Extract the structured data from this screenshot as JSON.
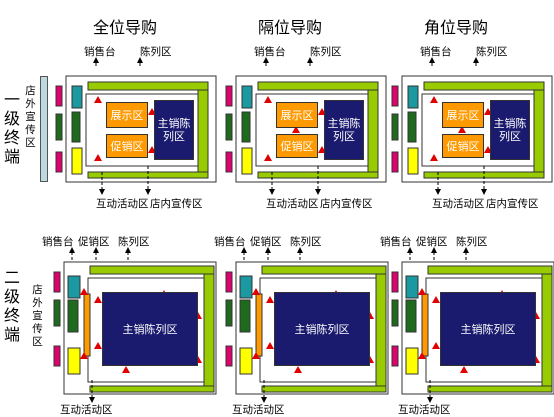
{
  "titles": [
    "全位导购",
    "隔位导购",
    "角位导购"
  ],
  "row_labels": {
    "row1": "一级终端",
    "row2": "二级终端"
  },
  "shopfront_label": "店外宣传区",
  "labels": {
    "sales_counter": "销售台",
    "display_area": "陈列区",
    "promo_area": "促销区",
    "showcase_area": "展示区",
    "main_display": "主销陈列区",
    "interactive_area": "互动活动区",
    "instore_promo": "店内宣传区"
  },
  "colors": {
    "green_band": "#99cc00",
    "navy_block": "#1a1a6e",
    "orange_block": "#ff9900",
    "magenta": "#e0006e",
    "teal": "#1a9aa0",
    "dark_green": "#1e6b1e",
    "yellow": "#ffff00",
    "arrow_red": "#e00000"
  }
}
